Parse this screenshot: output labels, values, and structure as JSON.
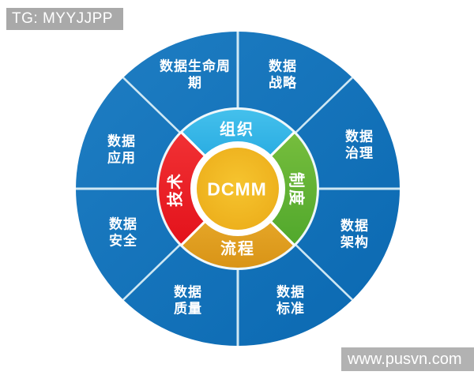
{
  "watermarks": {
    "tag": "TG: MYYJJPP",
    "url": "www.pusvn.com",
    "bar_color": "#a9a9a9"
  },
  "diagram": {
    "title": "DCMM",
    "center_label": "DCMM",
    "inner_ring": [
      {
        "id": "organization",
        "label": "组织",
        "position": "top",
        "color": "#29b1e6"
      },
      {
        "id": "system",
        "label": "制度",
        "position": "right",
        "color": "#63b232"
      },
      {
        "id": "process",
        "label": "流程",
        "position": "bottom",
        "color": "#e2a126"
      },
      {
        "id": "technology",
        "label": "技术",
        "position": "left",
        "color": "#ee1c24"
      }
    ],
    "outer_ring": [
      {
        "id": "data-lifecycle",
        "label": "数据生命周\n期",
        "position": "top-left"
      },
      {
        "id": "data-strategy",
        "label": "数据\n战略",
        "position": "top-right"
      },
      {
        "id": "data-governance",
        "label": "数据\n治理",
        "position": "right-upper"
      },
      {
        "id": "data-architecture",
        "label": "数据\n架构",
        "position": "right-lower"
      },
      {
        "id": "data-standards",
        "label": "数据\n标准",
        "position": "bottom-right"
      },
      {
        "id": "data-quality",
        "label": "数据\n质量",
        "position": "bottom-left"
      },
      {
        "id": "data-security",
        "label": "数据\n安全",
        "position": "left-lower"
      },
      {
        "id": "data-application",
        "label": "数据\n应用",
        "position": "left-upper"
      }
    ],
    "colors": {
      "outer_blue": "#0d70ba",
      "quadrant_cyan": "#29b1e6",
      "quadrant_green": "#63b232",
      "quadrant_orange": "#e2a126",
      "quadrant_red": "#ee1c24",
      "center_gold": "#f0b71f",
      "divider_line": "#d9eef7"
    }
  }
}
